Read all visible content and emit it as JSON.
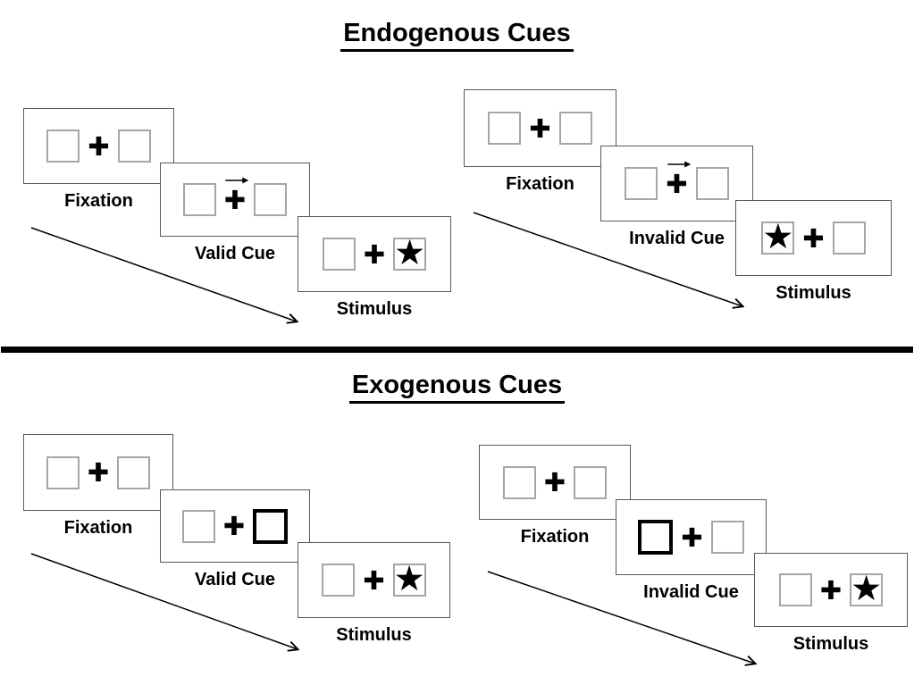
{
  "glyphs": {
    "plus": "✚",
    "star": "★"
  },
  "colors": {
    "background": "#ffffff",
    "ink": "#000000",
    "card_border": "#595959",
    "placeholder_box_border": "#a6a6a6",
    "peripheral_cue_border": "#000000",
    "divider": "#000000"
  },
  "sections": [
    {
      "title": "Endogenous Cues",
      "trials": [
        {
          "name": "valid",
          "steps": [
            {
              "label": "Fixation",
              "type": "fixation-display"
            },
            {
              "label": "Valid Cue",
              "type": "central-arrow-cue-pointing-right"
            },
            {
              "label": "Stimulus",
              "type": "target-star-in-right-box"
            }
          ]
        },
        {
          "name": "invalid",
          "steps": [
            {
              "label": "Fixation",
              "type": "fixation-display"
            },
            {
              "label": "Invalid Cue",
              "type": "central-arrow-cue-pointing-right"
            },
            {
              "label": "Stimulus",
              "type": "target-star-in-left-box"
            }
          ]
        }
      ]
    },
    {
      "title": "Exogenous Cues",
      "trials": [
        {
          "name": "valid",
          "steps": [
            {
              "label": "Fixation",
              "type": "fixation-display"
            },
            {
              "label": "Valid Cue",
              "type": "peripheral-box-cue-right"
            },
            {
              "label": "Stimulus",
              "type": "target-star-in-right-box"
            }
          ]
        },
        {
          "name": "invalid",
          "steps": [
            {
              "label": "Fixation",
              "type": "fixation-display"
            },
            {
              "label": "Invalid Cue",
              "type": "peripheral-box-cue-left"
            },
            {
              "label": "Stimulus",
              "type": "target-star-in-right-box"
            }
          ]
        }
      ]
    }
  ]
}
